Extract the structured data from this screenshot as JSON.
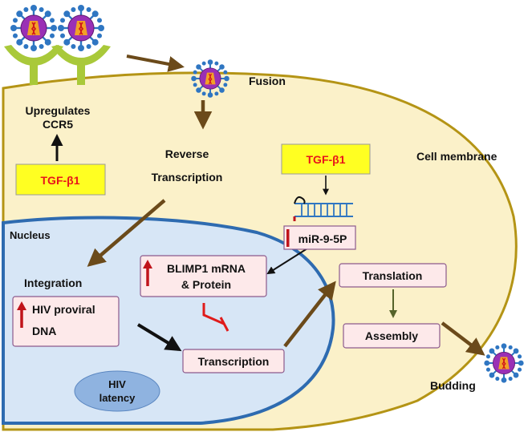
{
  "labels": {
    "upregulates": "Upregulates",
    "ccr5": "CCR5",
    "tgf_left": "TGF-β1",
    "tgf_right": "TGF-β1",
    "reverse": "Reverse",
    "transcription_rt": "Transcription",
    "fusion": "Fusion",
    "cell_membrane": "Cell membrane",
    "nucleus": "Nucleus",
    "integration": "Integration",
    "hiv_proviral": "HIV proviral",
    "dna": "DNA",
    "blimp1_line1": "BLIMP1 mRNA",
    "blimp1_line2": "& Protein",
    "mir": "miR-9-5P",
    "translation": "Translation",
    "assembly": "Assembly",
    "transcription": "Transcription",
    "hiv_latency_1": "HIV",
    "hiv_latency_2": "latency",
    "budding": "Budding"
  },
  "colors": {
    "cell_fill": "#fbf1c9",
    "cell_border": "#b49415",
    "nucleus_fill": "#d7e6f6",
    "nucleus_border": "#2e6bb0",
    "box_fill": "#fde9ea",
    "box_border": "#8c5a8c",
    "tgf_box": "#ffff22",
    "tgf_text": "#e8141b",
    "arrow_brown": "#6b4a1a",
    "latency_fill": "#8fb3e0",
    "receptor_green": "#a9c93a",
    "virion_spike": "#2f76c2",
    "virion_body": "#9a2fb5",
    "virion_core": "#f2a127",
    "up_arrow_red": "#c0141b",
    "inhibit_red": "#e01b1b"
  }
}
